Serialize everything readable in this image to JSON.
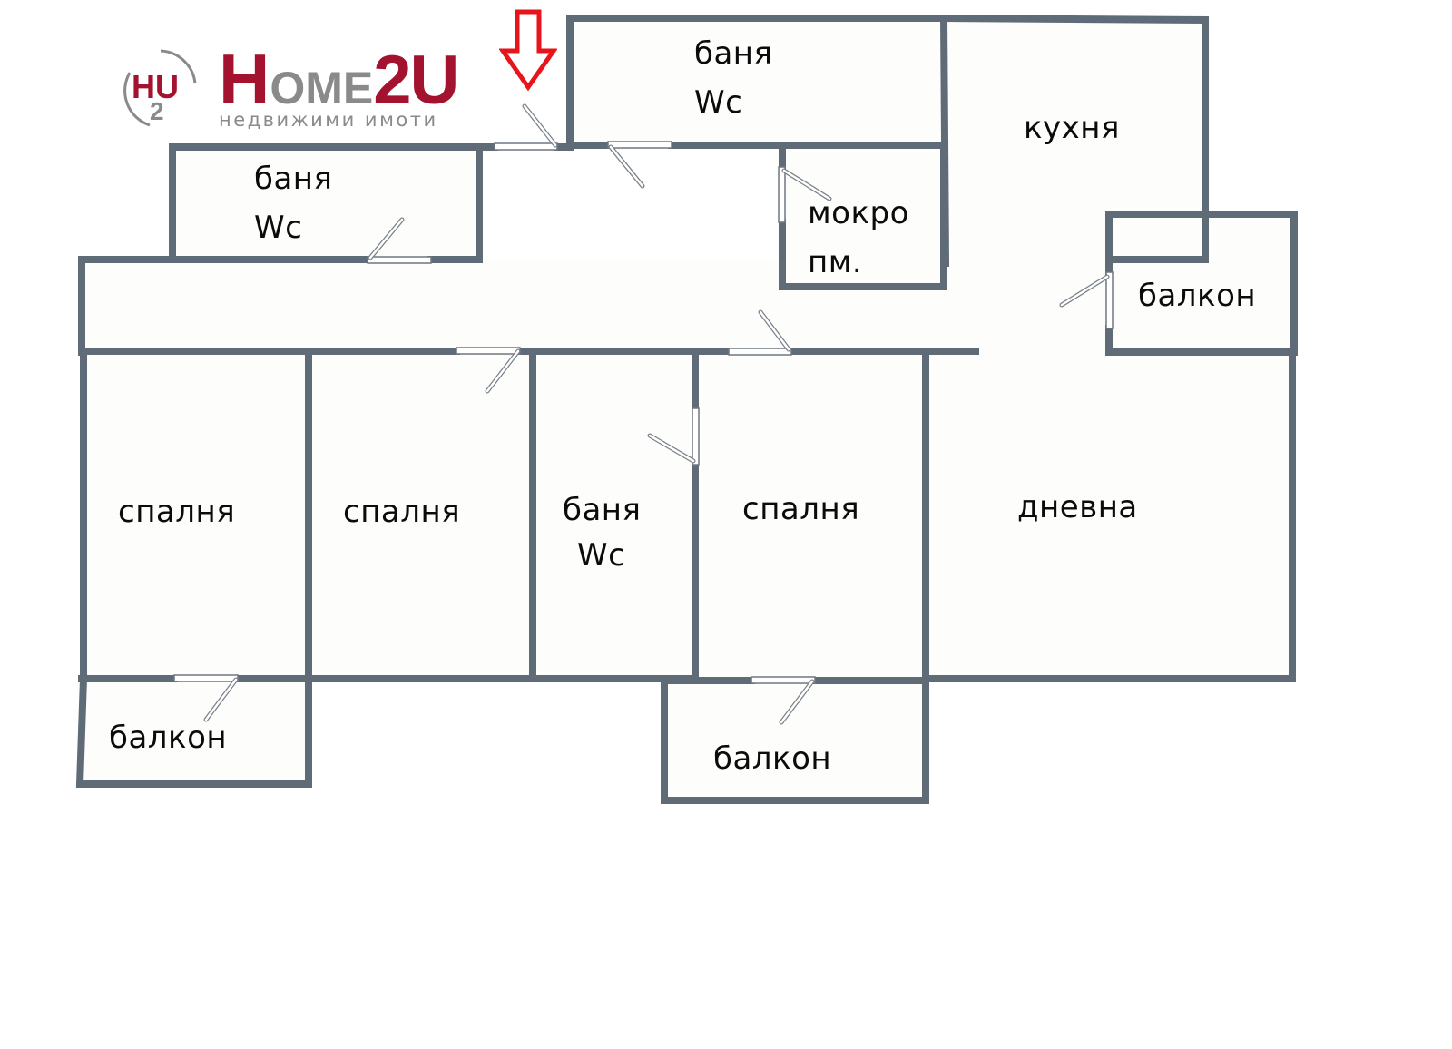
{
  "logo": {
    "mark_letters": "HU",
    "mark_number": "2",
    "word_h": "H",
    "word_ome": "OME",
    "word_2u": "2U",
    "subtitle": "недвижими имоти",
    "brand_color": "#a3132f",
    "secondary_color": "#8a8a8a"
  },
  "entrance_marker": {
    "icon": "down-arrow-outline",
    "color": "#e8141c"
  },
  "colors": {
    "wall": "#5f6b76",
    "floor": "#fdfdfb",
    "text": "#0b0b0b"
  },
  "rooms": {
    "bath_top": {
      "line1": "баня",
      "line2": "Wc"
    },
    "kitchen": {
      "label": "кухня"
    },
    "bath_left": {
      "line1": "баня",
      "line2": "Wc"
    },
    "utility": {
      "line1": "мокро",
      "line2": "пм."
    },
    "balcony_kitchen": {
      "label": "балкон"
    },
    "bedroom_1": {
      "label": "спалня"
    },
    "bedroom_2": {
      "label": "спалня"
    },
    "bath_middle": {
      "line1": "баня",
      "line2": "Wc"
    },
    "bedroom_3": {
      "label": "спалня"
    },
    "living": {
      "label": "дневна"
    },
    "balcony_left": {
      "label": "балкон"
    },
    "balcony_middle": {
      "label": "балкон"
    }
  }
}
